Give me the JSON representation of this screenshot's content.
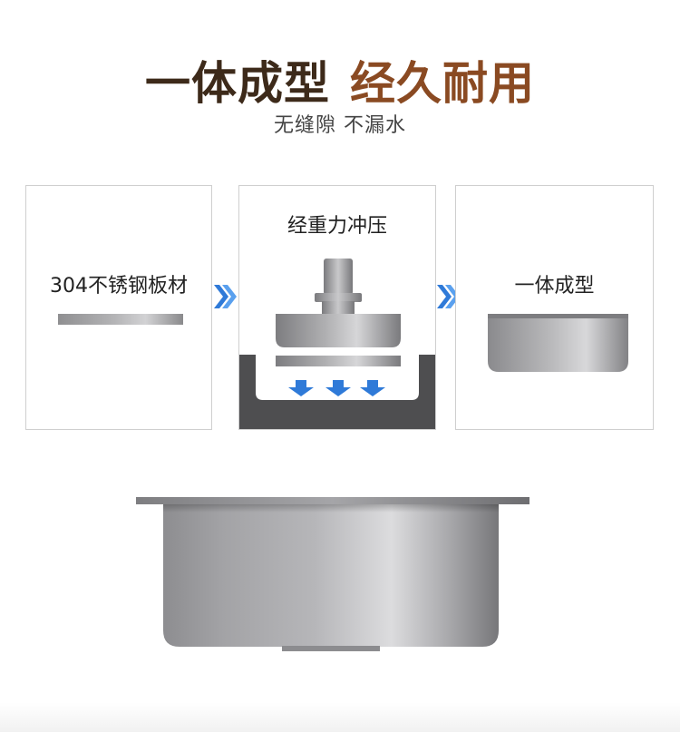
{
  "headline": {
    "part1": "一体成型",
    "part2": "经久耐用"
  },
  "subtitle": "无缝隙 不漏水",
  "steps": [
    {
      "label": "304不锈钢板材"
    },
    {
      "label": "经重力冲压"
    },
    {
      "label": "一体成型"
    }
  ],
  "colors": {
    "headline_dark": "#3d2a1a",
    "headline_brown": "#8a4a22",
    "arrow_blue": "#2f7ad8",
    "die_dark": "#4e4e50"
  }
}
